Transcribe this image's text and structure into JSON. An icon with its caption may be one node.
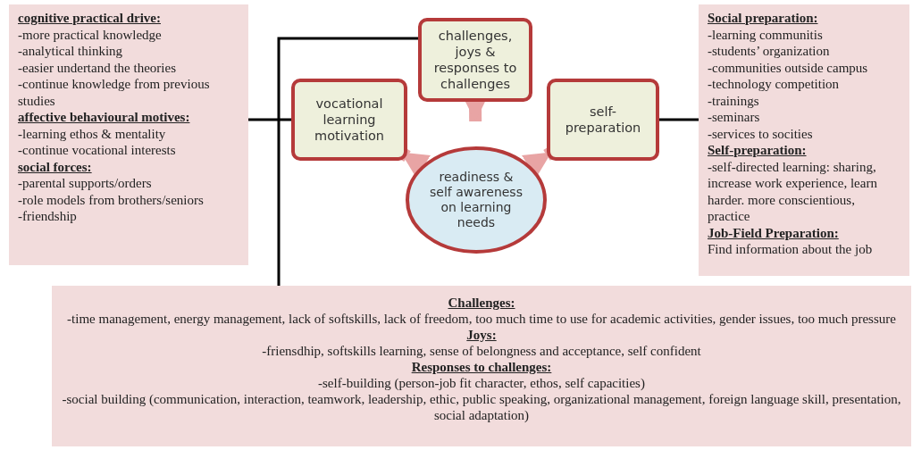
{
  "diagram": {
    "nodes": [
      {
        "text": [
          "cognitive practical drive:",
          "-more practical knowledge",
          "-analytical thinking",
          "-easier undertand the theories",
          "-continue knowledge from previous studies",
          "affective behavioural motives:",
          "-learning ethos & mentality",
          "-continue vocational interests",
          "social forces:",
          "-parental supports/orders",
          "-role models from brothers/seniors",
          "-friendship"
        ]
      },
      {
        "text": [
          "challenges, joys & responses to challenges"
        ]
      },
      {
        "text": [
          "vocational learning motivation"
        ]
      },
      {
        "text": [
          "self-preparation"
        ]
      },
      {
        "text": [
          "readiness & self awareness on learning needs"
        ]
      },
      {
        "text": [
          "Social preparation:",
          "-learning communitis",
          "-students’ organization",
          "-communities outside campus",
          "-technology competition",
          "-trainings",
          "-seminars",
          "-services to socities",
          "Self-preparation:",
          "-self-directed learning: sharing, increase work experience, learn harder. more conscientious, practice",
          "Job-Field Preparation:",
          "Find information about the job"
        ]
      },
      {
        "text": [
          "Challenges:",
          "-time management, energy management, lack of softskills, lack of freedom, too much time to use for academic activities, gender issues, too much pressure",
          "Joys:",
          "-friensdhip, softskills learning, sense of belongness and acceptance, self confident",
          "Responses to challenges:",
          "-self-building (person-job fit character, ethos, self capacities)",
          "-social building (communication, interaction, teamwork, leadership, ethic, public speaking, organizational management, foreign language skill, presentation, social adaptation)"
        ]
      }
    ],
    "edges": [
      {
        "from": 2,
        "to": 4,
        "arrow": "to",
        "style": "thick",
        "color": "#e8a4a4"
      },
      {
        "from": 1,
        "to": 4,
        "arrow": "to",
        "style": "thick",
        "color": "#e8a4a4"
      },
      {
        "from": 3,
        "to": 4,
        "arrow": "to",
        "style": "thick",
        "color": "#e8a4a4"
      },
      {
        "from": 2,
        "to": 0,
        "arrow": "none",
        "color": "#000000"
      },
      {
        "from": 1,
        "to": 6,
        "arrow": "none",
        "color": "#000000"
      },
      {
        "from": 3,
        "to": 5,
        "arrow": "none",
        "color": "#000000"
      }
    ]
  }
}
